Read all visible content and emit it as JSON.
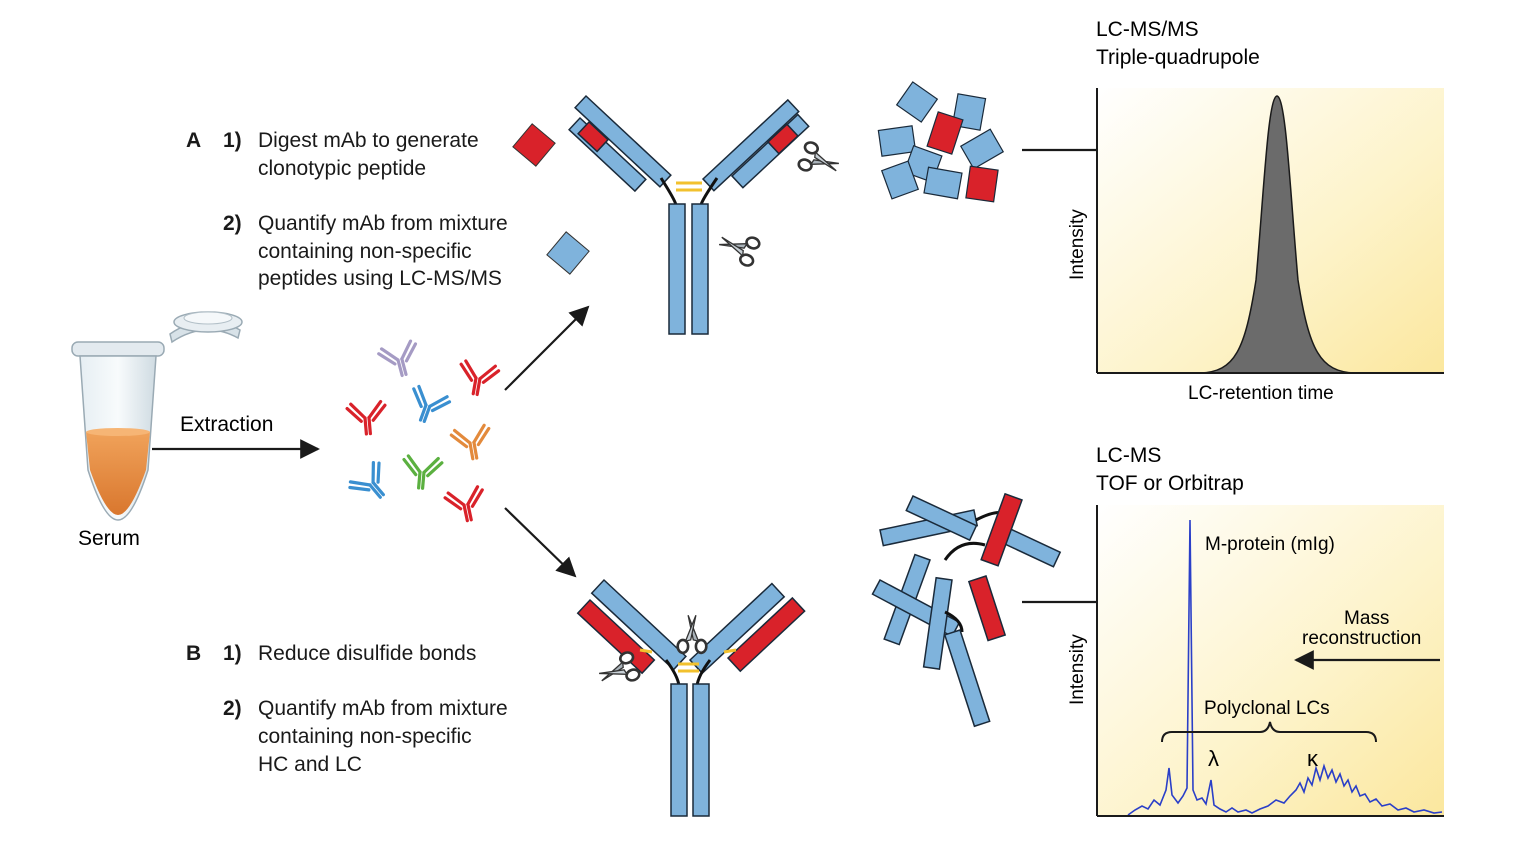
{
  "panel_a": {
    "letter": "A",
    "step1": {
      "num": "1)",
      "line1": "Digest mAb to generate",
      "line2": "clonotypic peptide"
    },
    "step2": {
      "num": "2)",
      "line1": "Quantify mAb from mixture",
      "line2": "containing non-specific",
      "line3": "peptides using LC-MS/MS"
    }
  },
  "panel_b": {
    "letter": "B",
    "step1": {
      "num": "1)",
      "line1": "Reduce disulfide bonds"
    },
    "step2": {
      "num": "2)",
      "line1": "Quantify mAb from mixture",
      "line2": "containing non-specific",
      "line3": "HC and LC"
    }
  },
  "sample": {
    "tube_label": "Serum",
    "arrow_label": "Extraction"
  },
  "top_chart": {
    "title_line1": "LC-MS/MS",
    "title_line2": "Triple-quadrupole",
    "ylabel": "Intensity",
    "xlabel": "LC-retention time"
  },
  "bottom_chart": {
    "title_line1": "LC-MS",
    "title_line2": "TOF or Orbitrap",
    "ylabel": "Intensity",
    "peak_label": "M-protein (mIg)",
    "mass_line1": "Mass",
    "mass_line2": "reconstruction",
    "polyclonal_label": "Polyclonal LCs",
    "lambda": "λ",
    "kappa": "κ"
  },
  "colors": {
    "heavy_chain": "#7fb3dc",
    "light_chain_variable": "#d9222a",
    "disulfide": "#f2c12e",
    "chart_bg": "#fcefb9",
    "spectrum_line": "#2a3fc8",
    "peak_fill": "#6b6b6b"
  },
  "icons": [
    "scissors-icon",
    "microtube-icon",
    "antibody-icon",
    "peptide-icon"
  ]
}
